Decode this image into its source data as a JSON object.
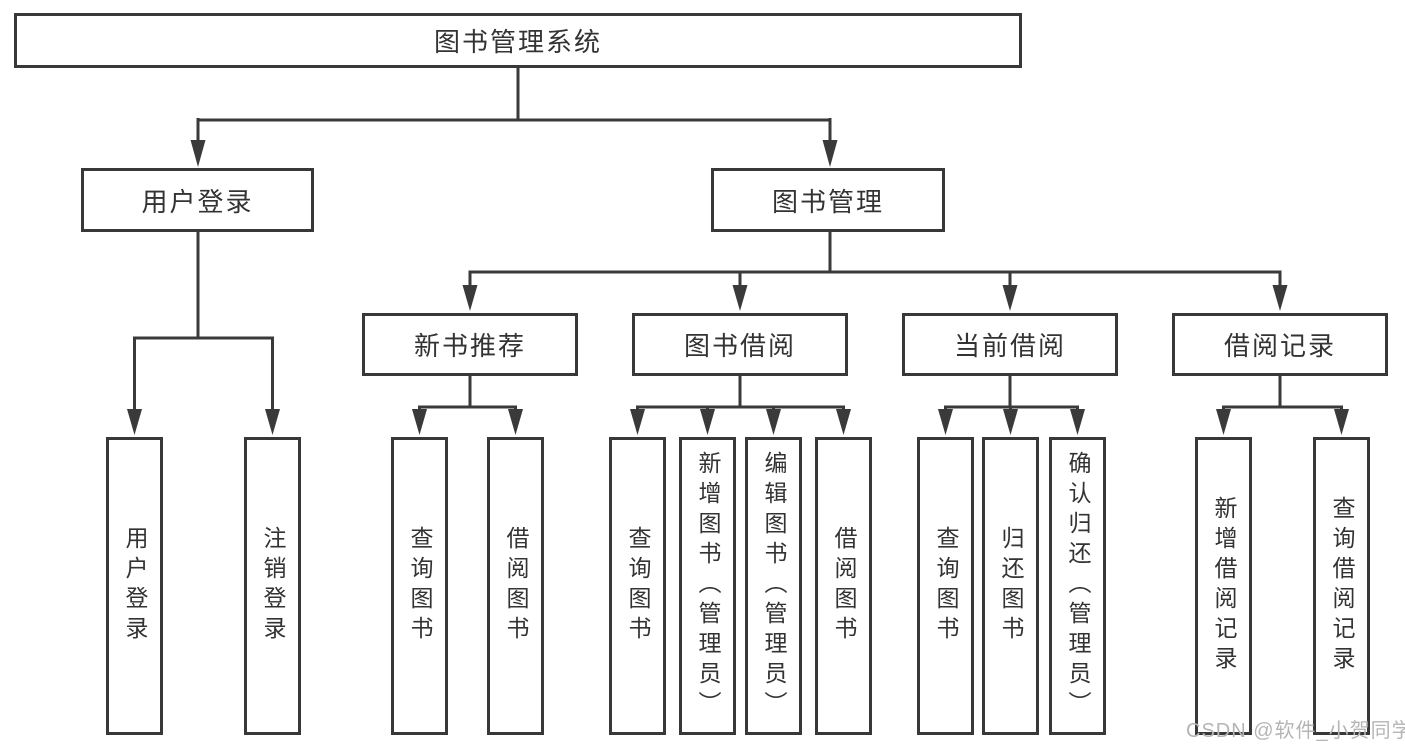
{
  "diagram": {
    "type": "hierarchy",
    "root": {
      "label": "图书管理系统"
    },
    "level2": [
      {
        "label": "用户登录",
        "children": [
          {
            "label": "用户登录"
          },
          {
            "label": "注销登录"
          }
        ]
      },
      {
        "label": "图书管理",
        "children": [
          {
            "label": "新书推荐",
            "children": [
              {
                "label": "查询图书"
              },
              {
                "label": "借阅图书"
              }
            ]
          },
          {
            "label": "图书借阅",
            "children": [
              {
                "label": "查询图书"
              },
              {
                "label": "新增图书（管理员）"
              },
              {
                "label": "编辑图书（管理员）"
              },
              {
                "label": "借阅图书"
              }
            ]
          },
          {
            "label": "当前借阅",
            "children": [
              {
                "label": "查询图书"
              },
              {
                "label": "归还图书"
              },
              {
                "label": "确认归还（管理员）"
              }
            ]
          },
          {
            "label": "借阅记录",
            "children": [
              {
                "label": "新增借阅记录"
              },
              {
                "label": "查询借阅记录"
              }
            ]
          }
        ]
      }
    ]
  },
  "watermark": {
    "text": "CSDN @软件_小贺同学",
    "color": "#b5b5b5"
  },
  "style": {
    "line_color": "#3a3a3a",
    "text_color": "#333333",
    "background": "#ffffff"
  }
}
